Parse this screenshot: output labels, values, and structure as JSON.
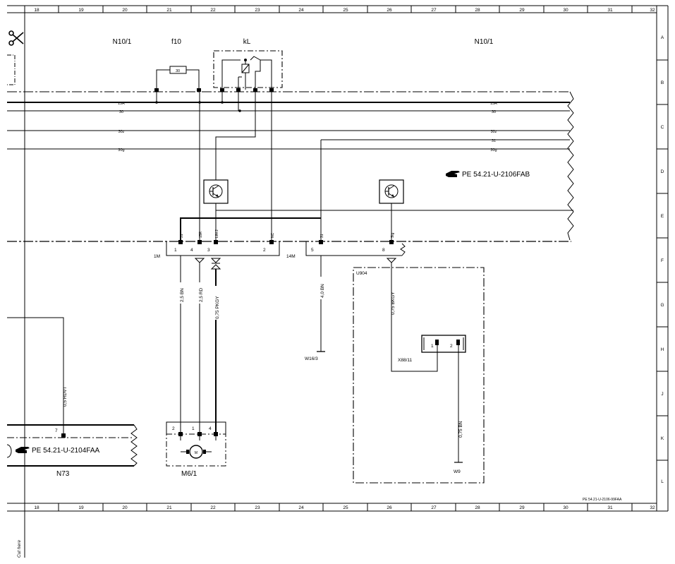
{
  "grid": {
    "columns": [
      "18",
      "19",
      "20",
      "21",
      "22",
      "23",
      "24",
      "25",
      "26",
      "27",
      "28",
      "29",
      "30",
      "31",
      "32"
    ],
    "rows": [
      "A",
      "B",
      "C",
      "D",
      "E",
      "F",
      "G",
      "H",
      "J",
      "K",
      "L"
    ]
  },
  "components": {
    "n10_1_left": "N10/1",
    "f10": "f10",
    "fuse_value": "30",
    "kl": "kL",
    "n10_1_right": "N10/1",
    "conn_1m": "1M",
    "conn_14m": "14M",
    "u904": "U904",
    "x88_11": "X88/11",
    "w16_3": "W16/3",
    "w9": "W9",
    "n73": "N73",
    "m6_1": "M6/1",
    "motor": "M"
  },
  "bus_labels": {
    "l15r_left": "15R",
    "l30_left": "30",
    "l30z_left": "30z",
    "l30g_left": "30g",
    "l15r_right": "15R",
    "l30_right": "30",
    "l30z_right": "30z",
    "l31_right": "31",
    "l30g_right": "30g"
  },
  "signals": {
    "s31_a": "31",
    "s15r": "15R",
    "slin2": "LIN 2",
    "snc": "NC",
    "s31_b": "31",
    "ssig": "Sig"
  },
  "pins": {
    "p1m_1": "1",
    "p1m_4": "4",
    "p1m_3": "3",
    "p1m_2": "2",
    "p14m_5": "5",
    "p14m_8": "8",
    "px88_1": "1",
    "px88_2": "2",
    "pn73_7": "7",
    "pm6_2": "2",
    "pm6_1": "1",
    "pm6_4": "4"
  },
  "wires": {
    "w_25bn": "2,5 BN",
    "w_25rd": "2,5 RD",
    "w_075pkgy": "0,75 PKGY",
    "w_40bn": "4,0 BN",
    "w_075bkgy": "0,75 BKGY",
    "w_05rdvt": "0,5 RDVT",
    "w_075bn": "0,75 BN"
  },
  "references": {
    "ref_top": "PE 54.21-U-2106FAB",
    "ref_bottom": "PE 54.21-U-2104FAA",
    "page_ref": "PE 54.21-U-2106-99FAA"
  },
  "cut_here": "Cut here"
}
